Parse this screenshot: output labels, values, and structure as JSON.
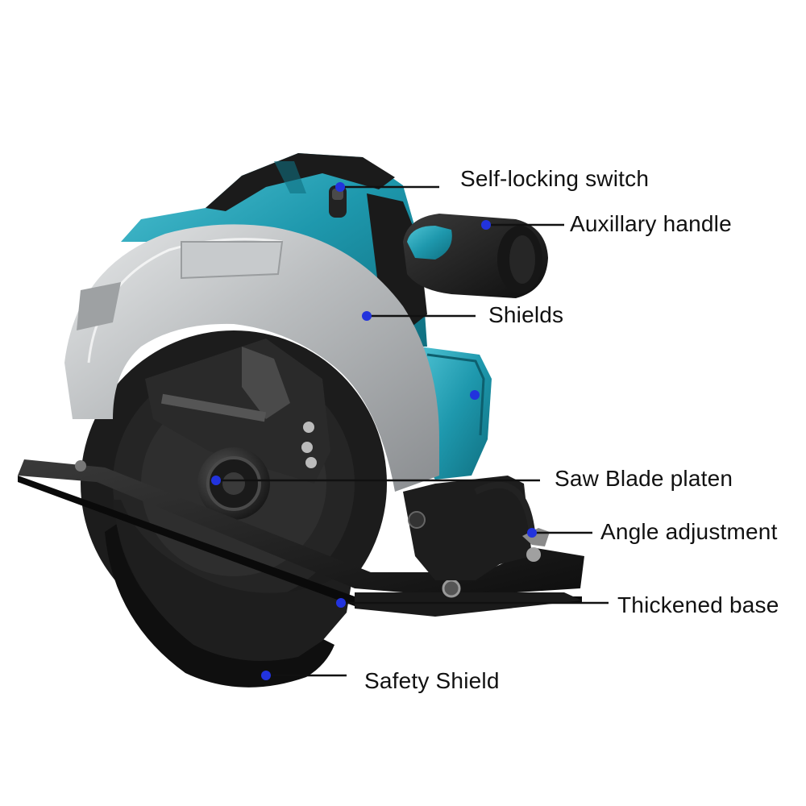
{
  "diagram": {
    "colors": {
      "body_teal": "#1e98ad",
      "body_dark": "#1a1a1a",
      "shield_silver": "#b9bcbe",
      "marker_blue": "#2233dd",
      "leader_line": "#111111",
      "label_text": "#111111"
    },
    "callouts": [
      {
        "id": "self-locking-switch",
        "label": "Self-locking switch"
      },
      {
        "id": "auxillary-handle",
        "label": "Auxillary handle"
      },
      {
        "id": "shields",
        "label": "Shields"
      },
      {
        "id": "battery-mount",
        "label": ""
      },
      {
        "id": "saw-blade-platen",
        "label": "Saw Blade platen"
      },
      {
        "id": "angle-adjustment",
        "label": "Angle adjustment"
      },
      {
        "id": "thickened-base",
        "label": "Thickened base"
      },
      {
        "id": "safety-shield",
        "label": "Safety Shield"
      }
    ]
  }
}
